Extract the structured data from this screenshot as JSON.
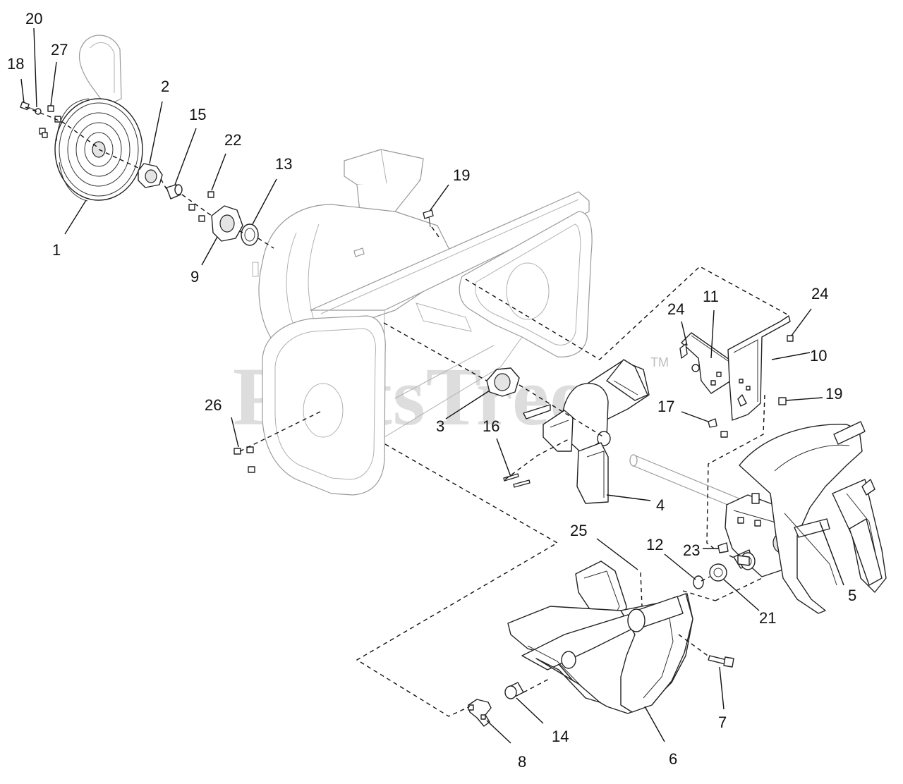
{
  "watermark": {
    "brand": "PartsTree",
    "trademark": "TM"
  },
  "callouts": {
    "c1": "1",
    "c2": "2",
    "c3": "3",
    "c4": "4",
    "c5": "5",
    "c6": "6",
    "c7": "7",
    "c8": "8",
    "c9": "9",
    "c10": "10",
    "c11": "11",
    "c12": "12",
    "c13": "13",
    "c14": "14",
    "c15": "15",
    "c16": "16",
    "c17": "17",
    "c18": "18",
    "c19a": "19",
    "c19b": "19",
    "c20": "20",
    "c21": "21",
    "c22": "22",
    "c23": "23",
    "c24a": "24",
    "c24b": "24",
    "c25": "25",
    "c26": "26",
    "c27": "27"
  }
}
